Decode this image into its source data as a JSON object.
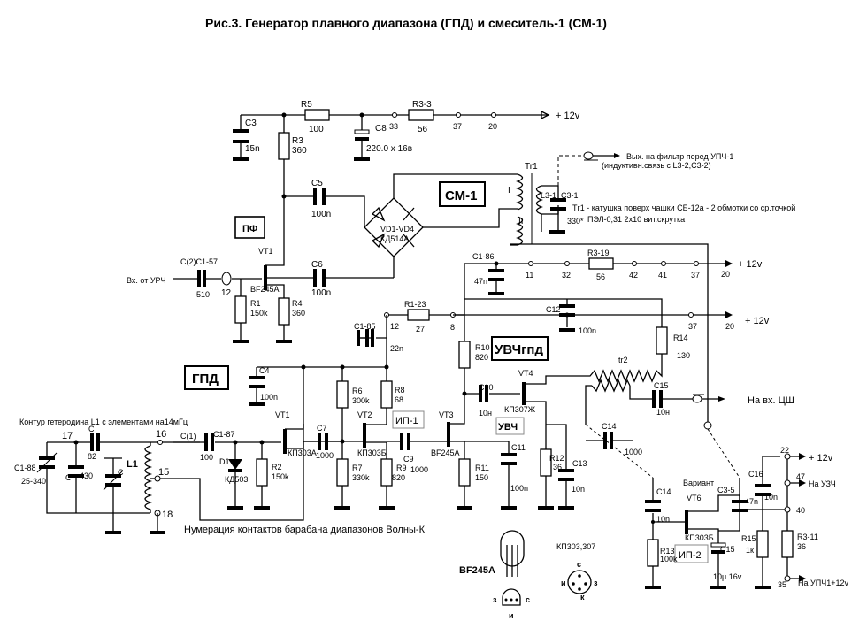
{
  "title": "Рис.3. Генератор плавного диапазона (ГПД) и смеситель-1 (СМ-1)",
  "blocks": {
    "cm1": "СМ-1",
    "pf": "ПФ",
    "gpd": "ГПД",
    "uvchgpd": "УВЧгпд",
    "uvch": "УВЧ",
    "ip1": "ИП-1",
    "ip2": "ИП-2"
  },
  "notes": {
    "out_filter_1": "Вых. на фильтр перед УПЧ-1",
    "out_filter_2": "(индуктивн.связь с L3-2,С3-2)",
    "tr1_note_1": "Тг1 - катушка поверх чашки СБ-12а - 2 обмотки со ср.точкой",
    "tr1_note_2": "ПЭЛ-0,31 2х10 вит.скрутка",
    "input_urch": "Вх. от УРЧ",
    "circuit_note": "Контур гетеродина L1 с элементами на14мГц",
    "drum_note": "Нумерация контактов барабана диапазонов Волны-К",
    "to_cs": "На вх. ЦШ",
    "to_uzch": "На УЗЧ",
    "to_upch": "На УПЧ1+12v",
    "variant": "Вариант"
  },
  "supply": {
    "v12_top": "+ 12v",
    "v12_mid": "+ 12v",
    "v12_third": "+ 12v",
    "v12_right": "+ 12v"
  },
  "components": {
    "c3": "С3",
    "c3_val": "15n",
    "r5": "R5",
    "r5_val": "100",
    "c8": "С8",
    "c8_val": "220.0 х 16в",
    "r33": "R3-3",
    "r33_val": "56",
    "r3": "R3",
    "r3_val": "360",
    "c5": "С5",
    "c5_val": "100n",
    "vd": "VD1-VD4",
    "vd_type": "КД514А",
    "tr1": "Tr1",
    "w1": "I",
    "w2": "II",
    "l31": "L3-1",
    "c31": "С3-1",
    "c31_val": "330*",
    "vt1a": "VT1",
    "vt1a_type": "BF245A",
    "c2": "С(2)С1-57",
    "c2_val": "510",
    "c6": "С6",
    "c6_val": "100n",
    "r1": "R1",
    "r1_val": "150k",
    "r4": "R4",
    "r4_val": "360",
    "c186": "С1-86",
    "c186_val": "47n",
    "r319": "R3-19",
    "r319_val": "56",
    "r123": "R1-23",
    "r123_val": "27",
    "c185": "С1-85",
    "c185_val": "22n",
    "c12": "С12",
    "c12_val": "100n",
    "r14": "R14",
    "r14_val": "130",
    "r10": "R10",
    "r10_val": "820",
    "c4": "С4",
    "c4_val": "100n",
    "r6": "R6",
    "r6_val": "300k",
    "r8": "R8",
    "r8_val": "68",
    "tr2": "tr2",
    "vt4": "VT4",
    "vt4_type": "КП307Ж",
    "c10": "С10",
    "c10_val": "10н",
    "c15": "С15",
    "c15_val": "10н",
    "c188": "С1-88",
    "c188_val": "25-340",
    "cc82": "С",
    "cc82_val": "82",
    "cc430": "С",
    "cc430_val": "430",
    "cc_trim": "С",
    "l1": "L1",
    "c1": "С(1)",
    "c1_val": "100",
    "c187": "С1-87",
    "d1": "D1",
    "d1_type": "КД503",
    "r2": "R2",
    "r2_val": "150k",
    "vt1b": "VT1",
    "vt1b_type": "КП303А",
    "c7": "С7",
    "c7_val": "1000",
    "r7": "R7",
    "r7_val": "330k",
    "vt2": "VT2",
    "vt2_type": "КП303Б",
    "c9": "С9",
    "c9_val": "1000",
    "r9": "R9",
    "r9_val": "820",
    "vt3": "VT3",
    "vt3_type": "BF245A",
    "r11": "R11",
    "r11_val": "150",
    "c11": "С11",
    "c11_val": "100n",
    "r12": "R12",
    "r12_val": "36",
    "c13": "С13",
    "c13_val": "10n",
    "c14a": "С14",
    "c14a_val": "1000",
    "c14b": "С14",
    "c14b_val": "10n",
    "r13": "R13",
    "r13_val": "100k",
    "vt6": "VT6",
    "vt6_type": "КП303Б",
    "c35": "С3-5",
    "c35_val": "47n",
    "c15b": "С15",
    "c15b_val": "10μ 16v",
    "c16": "С16",
    "c16_val": "10n",
    "r15": "R15",
    "r15_val": "1к",
    "r311": "R3-11",
    "r311_val": "36"
  },
  "contacts": {
    "n33": "33",
    "n37a": "37",
    "n20a": "20",
    "n12a": "12",
    "n11": "11",
    "n32": "32",
    "n42": "42",
    "n41": "41",
    "n37b": "37",
    "n20b": "20",
    "n12b": "12",
    "n8": "8",
    "n37c": "37",
    "n20c": "20",
    "n17": "17",
    "n16": "16",
    "n15": "15",
    "n18": "18",
    "n22": "22",
    "n47": "47",
    "n40": "40",
    "n35": "35"
  },
  "pinout": {
    "bf245a": "BF245A",
    "kp303": "КП303,307",
    "pin_z": "з",
    "pin_i": "и",
    "pin_s": "с",
    "pin_k": "к",
    "pin_z2": "з",
    "pin_i2": "и"
  }
}
